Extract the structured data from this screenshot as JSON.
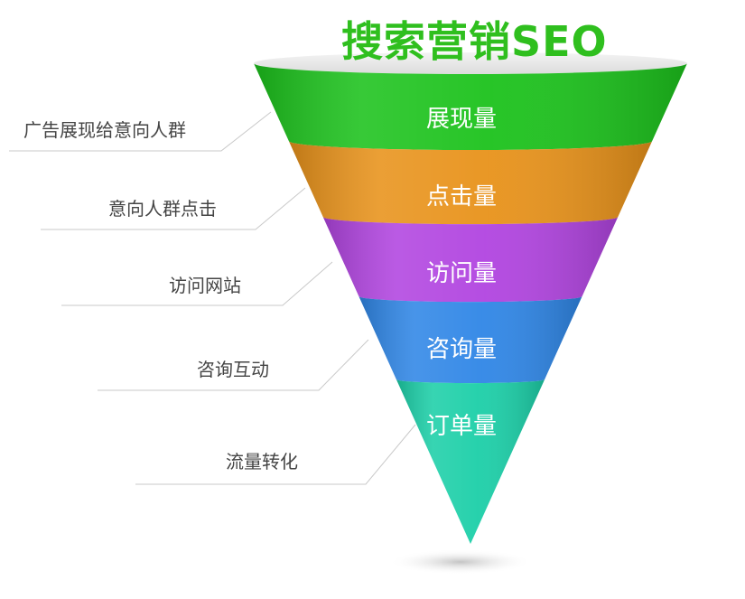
{
  "title": "搜索营销SEO",
  "layers": [
    {
      "label": "展现量",
      "color": "#1cc21c"
    },
    {
      "label": "点击量",
      "color": "#e8921a"
    },
    {
      "label": "访问量",
      "color": "#b144e0"
    },
    {
      "label": "咨询量",
      "color": "#2f86e6"
    },
    {
      "label": "订单量",
      "color": "#1ccfa8"
    }
  ],
  "side_labels": [
    "广告展现给意向人群",
    "意向人群点击",
    "访问网站",
    "咨询互动",
    "流量转化"
  ]
}
